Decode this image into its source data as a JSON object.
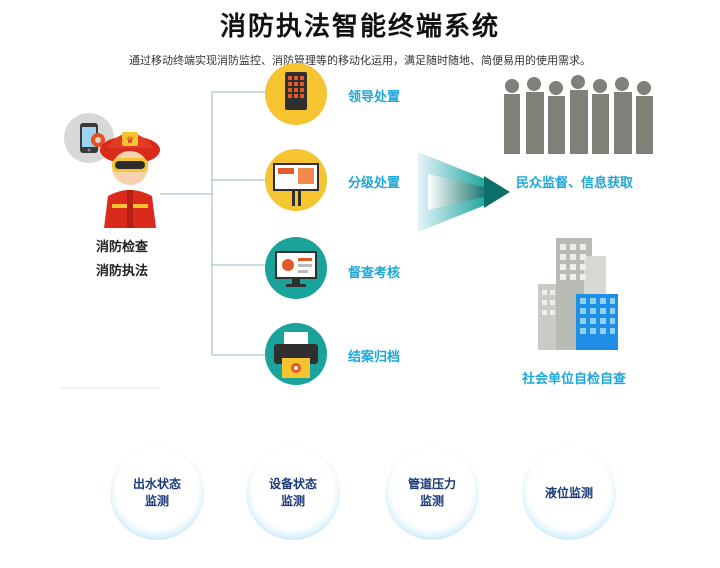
{
  "title": "消防执法智能终端系统",
  "subtitle": "通过移动终端实现消防监控、消防管理等的移动化运用，满足随时随地、简便易用的使用需求。",
  "firefighter": {
    "line1": "消防检查",
    "line2": "消防执法"
  },
  "processes": [
    {
      "label": "领导处置"
    },
    {
      "label": "分级处置"
    },
    {
      "label": "督查考核"
    },
    {
      "label": "结案归档"
    }
  ],
  "public_label": "民众监督、信息获取",
  "units_label": "社会单位自检自查",
  "monitors": [
    {
      "line1": "出水状态",
      "line2": "监测"
    },
    {
      "line1": "设备状态",
      "line2": "监测"
    },
    {
      "line1": "管道压力",
      "line2": "监测"
    },
    {
      "line1": "液位监测",
      "line2": ""
    }
  ],
  "colors": {
    "accent": "#1fa7d8",
    "yellow_icon": "#f5c430",
    "teal_icon": "#1aa39a",
    "ring": "#8fd2ef",
    "building": "#1e8ee6"
  }
}
